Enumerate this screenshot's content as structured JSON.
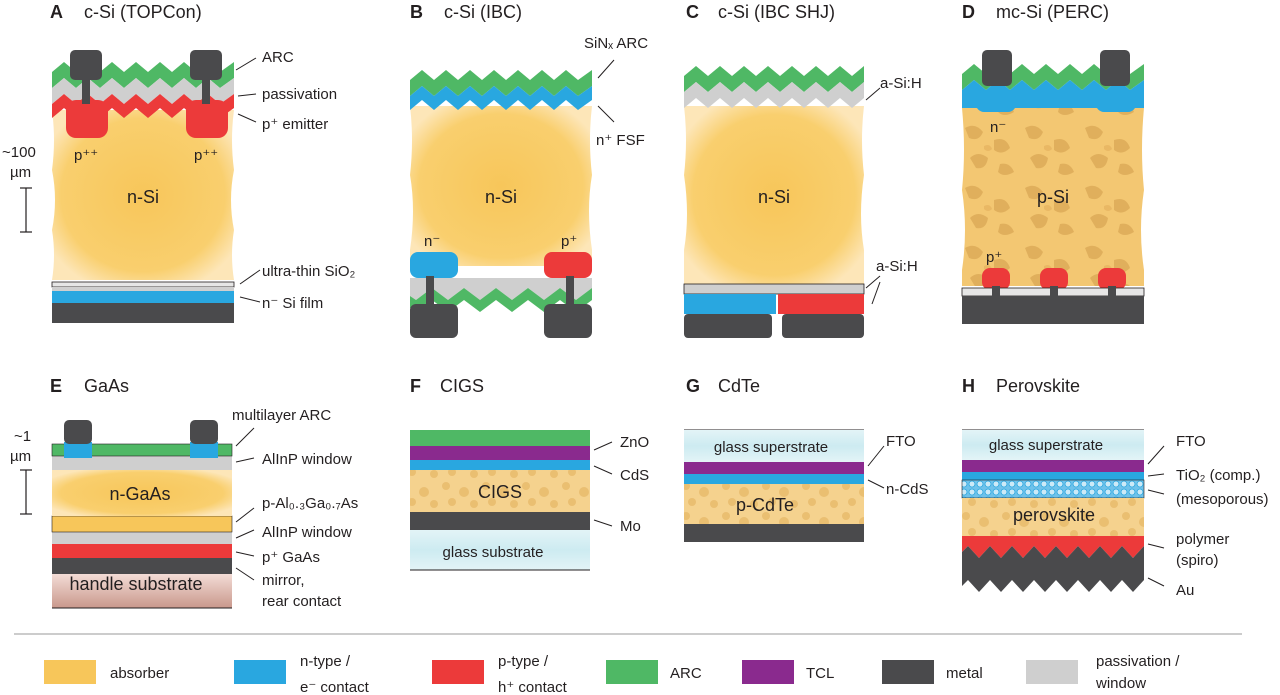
{
  "colors": {
    "absorber": "#f7c65a",
    "n_type": "#29a7e0",
    "p_type": "#ec3a3a",
    "arc": "#4fb865",
    "tcl": "#8a2a8e",
    "metal": "#4a4a4c",
    "passivation": "#cfcfcf",
    "glass": "#cdebf1",
    "handle": "#d9a79c"
  },
  "panels": {
    "A": {
      "letter": "A",
      "title": "c-Si (TOPCon)",
      "arc": "ARC",
      "passivation": "passivation",
      "emitter": "p⁺ emitter",
      "pp": "p⁺⁺",
      "absorber": "n-Si",
      "scale_a": "~100",
      "scale_b": "µm",
      "sio2": "ultra-thin SiO₂",
      "film": "n⁻ Si film"
    },
    "B": {
      "letter": "B",
      "title": "c-Si (IBC)",
      "sinx": "SiNₓ ARC",
      "fsf": "n⁺ FSF",
      "absorber": "n-Si",
      "n": "n⁻",
      "p": "p⁺"
    },
    "C": {
      "letter": "C",
      "title": "c-Si (IBC SHJ)",
      "asi_top": "a-Si:H",
      "absorber": "n-Si",
      "asi_bottom": "a-Si:H"
    },
    "D": {
      "letter": "D",
      "title": "mc-Si (PERC)",
      "n": "n⁻",
      "absorber": "p-Si",
      "p": "p⁺"
    },
    "E": {
      "letter": "E",
      "title": "GaAs",
      "scale_a": "~1",
      "scale_b": "µm",
      "arc": "multilayer ARC",
      "window1": "AlInP window",
      "absorber": "n-GaAs",
      "algaas": "p-Al₀.₃Ga₀.₇As",
      "window2": "AlInP window",
      "pgaas": "p⁺ GaAs",
      "handle": "handle substrate",
      "mirror1": "mirror,",
      "mirror2": "rear contact"
    },
    "F": {
      "letter": "F",
      "title": "CIGS",
      "zno": "ZnO",
      "cds": "CdS",
      "absorber": "CIGS",
      "mo": "Mo",
      "glass": "glass substrate"
    },
    "G": {
      "letter": "G",
      "title": "CdTe",
      "glass": "glass superstrate",
      "fto": "FTO",
      "ncds": "n-CdS",
      "absorber": "p-CdTe"
    },
    "H": {
      "letter": "H",
      "title": "Perovskite",
      "glass": "glass superstrate",
      "fto": "FTO",
      "tio2": "TiO₂ (comp.)",
      "meso": "(mesoporous)",
      "absorber": "perovskite",
      "polymer1": "polymer",
      "polymer2": "(spiro)",
      "au": "Au"
    }
  },
  "legend": {
    "absorber": "absorber",
    "n_type_1": "n-type /",
    "n_type_2": "e⁻ contact",
    "p_type_1": "p-type /",
    "p_type_2": "h⁺ contact",
    "arc": "ARC",
    "tcl": "TCL",
    "metal": "metal",
    "passivation_1": "passivation /",
    "passivation_2": "window"
  }
}
